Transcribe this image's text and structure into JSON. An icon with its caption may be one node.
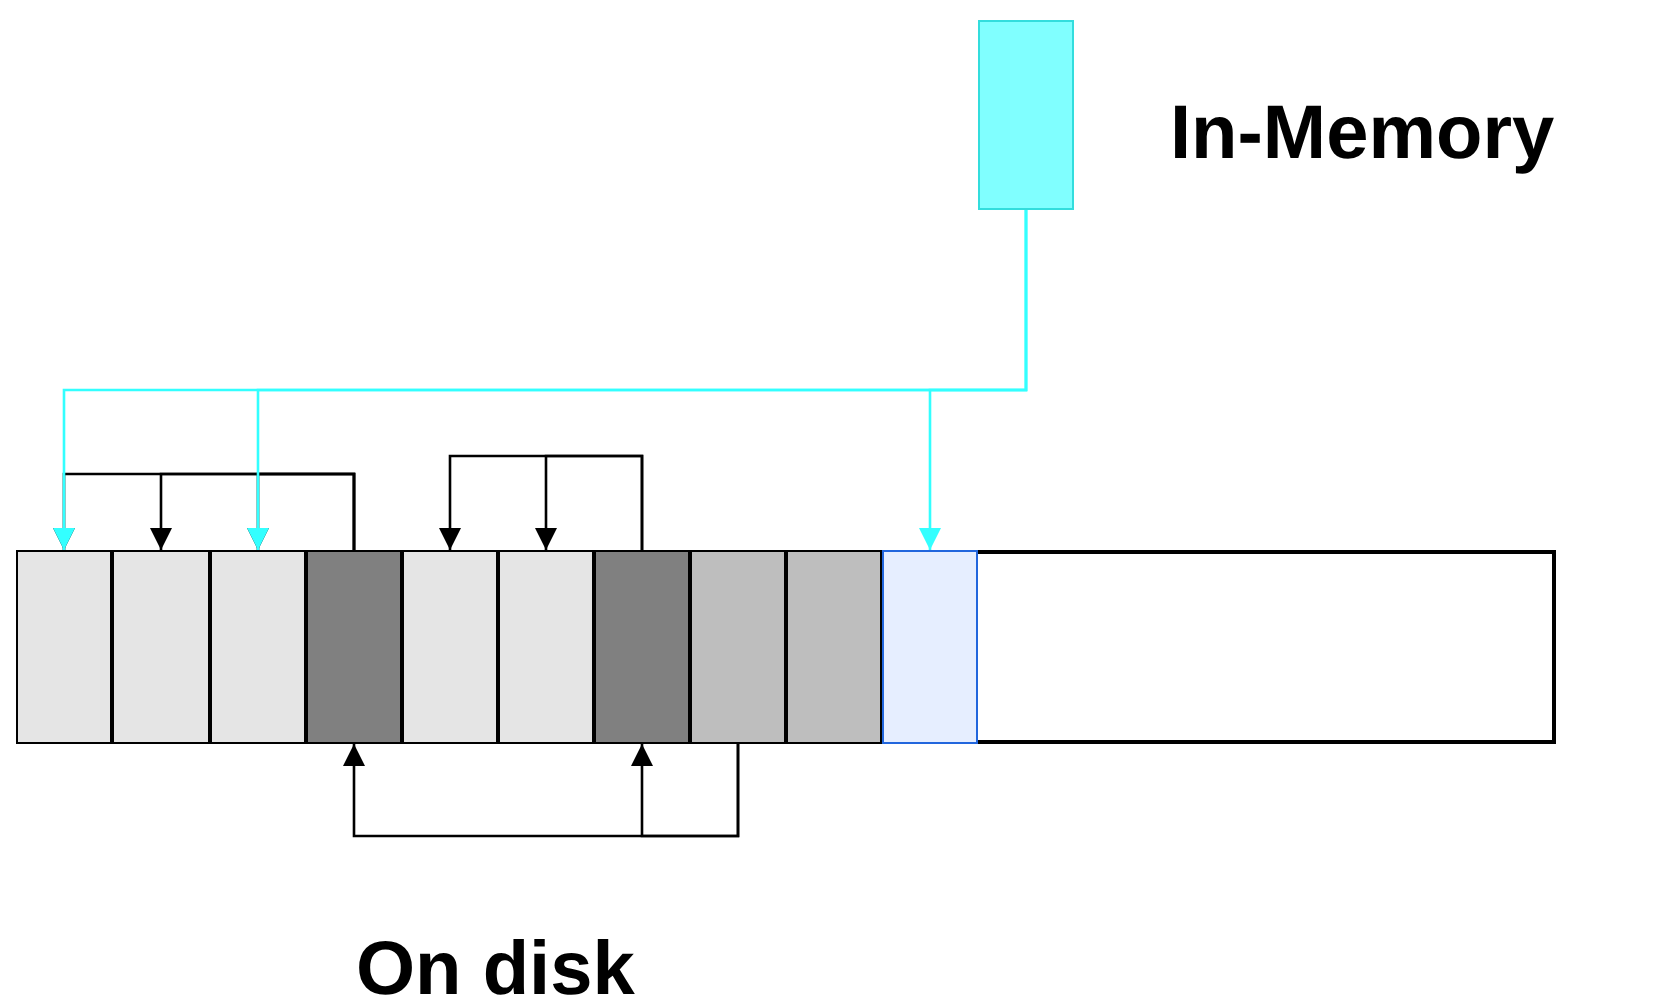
{
  "diagram": {
    "nodes": [
      {
        "text": [],
        "shape": "box",
        "beside": [
          "In-Memory"
        ]
      },
      {
        "text": [],
        "shape": "box",
        "beside": [
          "On disk"
        ]
      },
      {
        "text": [],
        "shape": "box",
        "in": 1
      },
      {
        "text": [],
        "shape": "box",
        "in": 1
      },
      {
        "text": [],
        "shape": "box",
        "in": 1
      },
      {
        "text": [],
        "shape": "box",
        "in": 1
      },
      {
        "text": [],
        "shape": "box",
        "in": 1
      },
      {
        "text": [],
        "shape": "box",
        "in": 1
      },
      {
        "text": [],
        "shape": "box",
        "in": 1
      },
      {
        "text": [],
        "shape": "box",
        "in": 1
      },
      {
        "text": [],
        "shape": "box",
        "in": 1
      },
      {
        "text": [],
        "shape": "box",
        "in": 1
      }
    ],
    "edges": [
      {
        "from": 0,
        "to": 2,
        "arrow": "to",
        "color": "#33ffff"
      },
      {
        "from": 0,
        "to": 4,
        "arrow": "to",
        "color": "#33ffff"
      },
      {
        "from": 0,
        "to": 11,
        "arrow": "to",
        "color": "#33ffff"
      },
      {
        "from": 5,
        "to": 2,
        "arrow": "to"
      },
      {
        "from": 5,
        "to": 3,
        "arrow": "to"
      },
      {
        "from": 5,
        "to": 4,
        "arrow": "to"
      },
      {
        "from": 8,
        "to": 6,
        "arrow": "to"
      },
      {
        "from": 8,
        "to": 7,
        "arrow": "to"
      },
      {
        "from": 9,
        "to": 5,
        "arrow": "to"
      },
      {
        "from": 9,
        "to": 8,
        "arrow": "to"
      }
    ]
  }
}
